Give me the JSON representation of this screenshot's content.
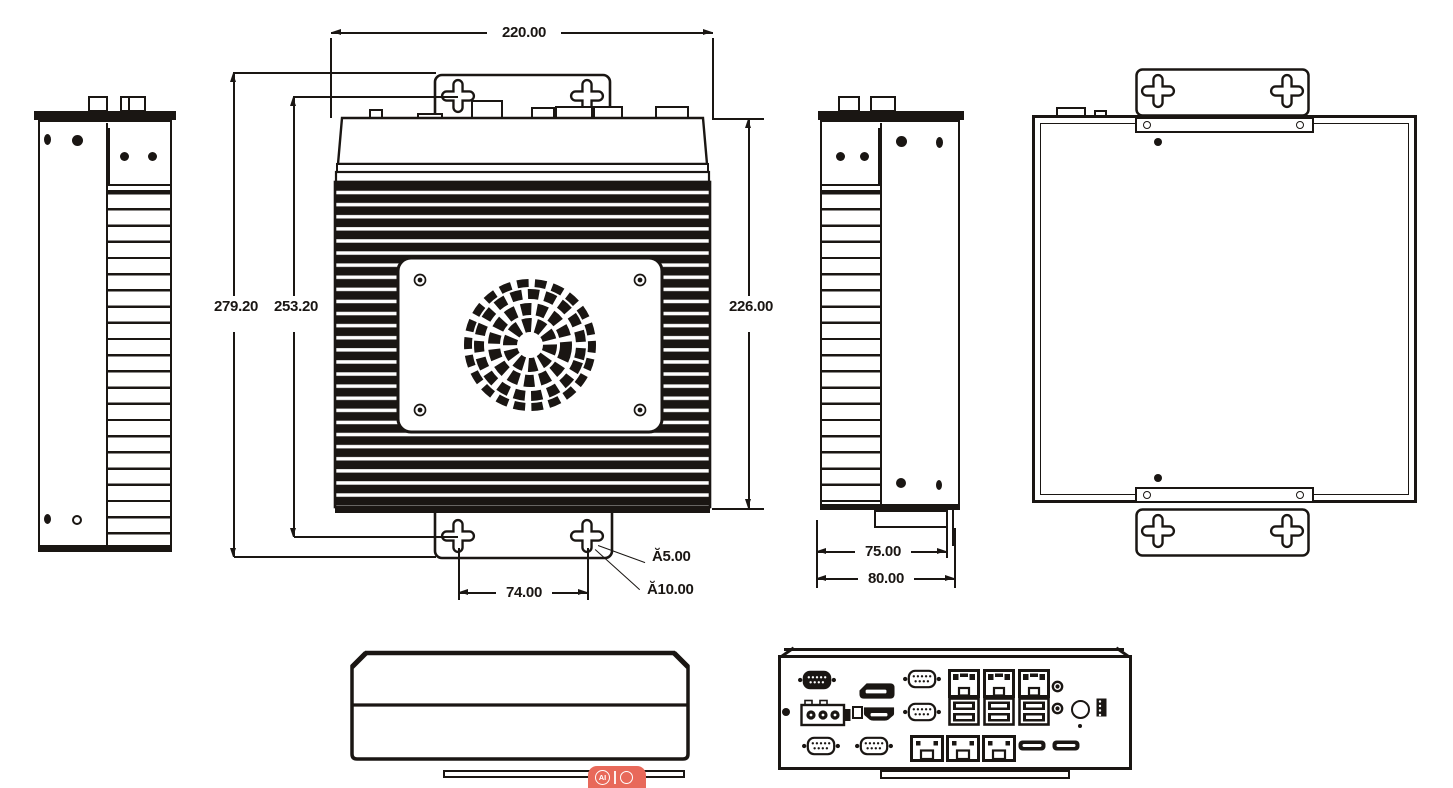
{
  "drawing": {
    "kind": "fanless-industrial-pc-dimension-drawing",
    "units_note": ""
  },
  "dims": {
    "top_width": "220.00",
    "outer_height": "279.20",
    "hole_span_height": "253.20",
    "body_height": "226.00",
    "bottom_hole_spacing": "74.00",
    "hole_slot_dia": "Ă5.00",
    "hole_lobe_dia": "Ă10.00",
    "depth_body": "75.00",
    "depth_overall": "80.00"
  },
  "watermark": {
    "label": "AI",
    "color": "#e8695a"
  },
  "colors": {
    "ink": "#1a1613",
    "paper": "#ffffff",
    "watermark": "#e8695a"
  },
  "rear_panel_ports": [
    "db9-serial",
    "displayport",
    "db9-serial",
    "power-terminal-block",
    "hdmi",
    "db9-serial",
    "rj45-lan",
    "rj45-lan",
    "rj45-lan",
    "usb-a-dual",
    "usb-a-dual",
    "usb-a-dual",
    "audio-jack",
    "audio-jack",
    "power-button",
    "pin-header",
    "db9-serial",
    "db9-serial",
    "rj45-lan",
    "rj45-lan",
    "rj45-lan",
    "usb-slim",
    "usb-slim"
  ],
  "mount_holes": {
    "shape": "cross-slot",
    "count_front": 4,
    "count_rear": 4
  }
}
